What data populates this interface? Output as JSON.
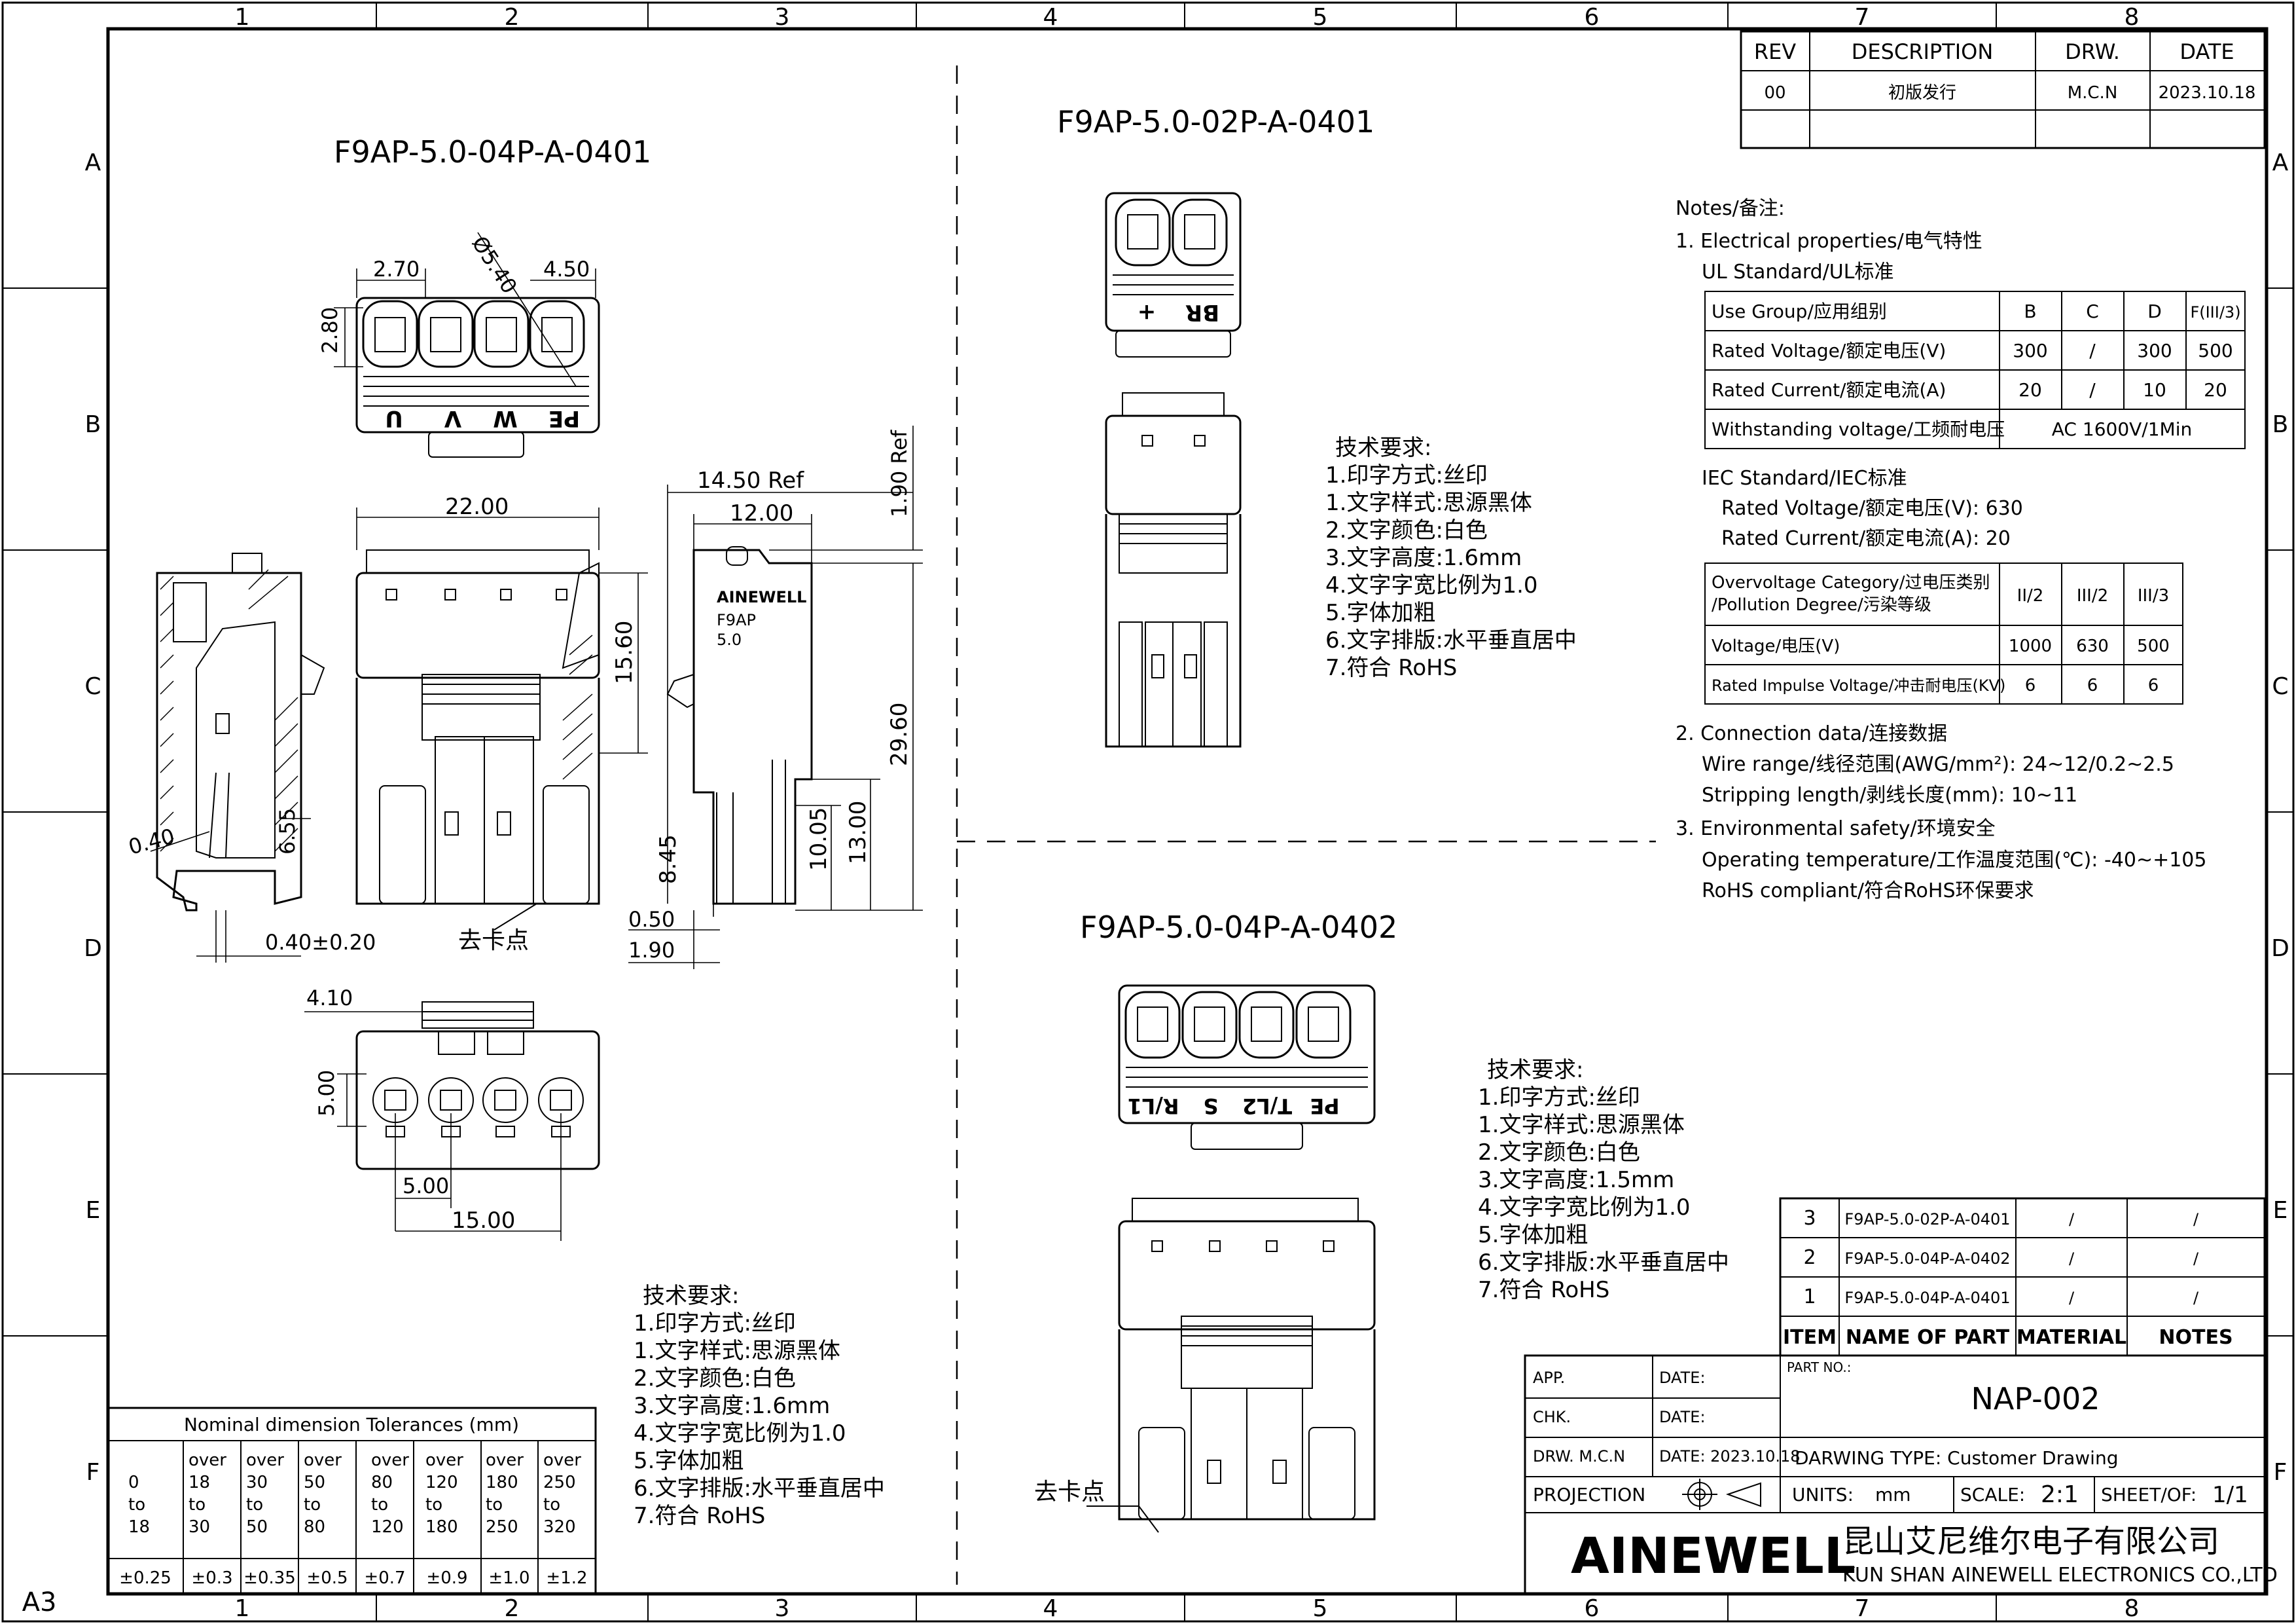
{
  "sheet": {
    "size": "A3",
    "columns": [
      "1",
      "2",
      "3",
      "4",
      "5",
      "6",
      "7",
      "8"
    ],
    "rows": [
      "A",
      "B",
      "C",
      "D",
      "E",
      "F"
    ]
  },
  "revision_table": {
    "headers": {
      "rev": "REV",
      "description": "DESCRIPTION",
      "drw": "DRW.",
      "date": "DATE"
    },
    "row": {
      "rev": "00",
      "description": "初版发行",
      "drw": "M.C.N",
      "date": "2023.10.18"
    }
  },
  "views": {
    "part_04p_0401": {
      "title": "F9AP-5.0-04P-A-0401",
      "top_labels": [
        "U",
        "V",
        "W",
        "PE"
      ],
      "dims": {
        "pitch_x": "2.70",
        "dia": "Ø5.40",
        "w450": "4.50",
        "h280": "2.80",
        "w2200": "22.00",
        "h1560": "15.60",
        "w1450": "14.50 Ref",
        "w1200": "12.00",
        "h190ref": "1.90 Ref",
        "h2960": "29.60",
        "h1300": "13.00",
        "h1005": "10.05",
        "h845": "8.45",
        "w050": "0.50",
        "w190": "1.90",
        "d040": "0.40",
        "h655": "6.55",
        "tol040": "0.40±0.20",
        "w410": "4.10",
        "h500": "5.00",
        "w500": "5.00",
        "w1500": "15.00"
      },
      "latch_label": "去卡点",
      "side_marking": {
        "brand": "AINEWELL",
        "model": "F9AP",
        "pitch": "5.0"
      }
    },
    "part_02p_0401": {
      "title": "F9AP-5.0-02P-A-0401",
      "top_labels": [
        "+",
        "BR"
      ]
    },
    "part_04p_0402": {
      "title": "F9AP-5.0-04P-A-0402",
      "top_labels": [
        "R/L1",
        "S",
        "T/L2",
        "PE"
      ],
      "latch_label": "去卡点"
    }
  },
  "tech_requirements": {
    "title": "技术要求:",
    "items_a": [
      "1.印字方式:丝印",
      "1.文字样式:思源黑体",
      "2.文字颜色:白色",
      "3.文字高度:1.6mm",
      "4.文字字宽比例为1.0",
      "5.字体加粗",
      "6.文字排版:水平垂直居中",
      "7.符合 RoHS"
    ],
    "items_b": [
      "1.印字方式:丝印",
      "1.文字样式:思源黑体",
      "2.文字颜色:白色",
      "3.文字高度:1.5mm",
      "4.文字字宽比例为1.0",
      "5.字体加粗",
      "6.文字排版:水平垂直居中",
      "7.符合 RoHS"
    ]
  },
  "notes": {
    "title": "Notes/备注:",
    "elec_title": "1. Electrical properties/电气特性",
    "ul_title": "UL Standard/UL标准",
    "ul_table": {
      "header": [
        "Use Group/应用组别",
        "B",
        "C",
        "D",
        "F(III/3)"
      ],
      "rows": [
        [
          "Rated Voltage/额定电压(V)",
          "300",
          "/",
          "300",
          "500"
        ],
        [
          "Rated Current/额定电流(A)",
          "20",
          "/",
          "10",
          "20"
        ]
      ],
      "withstand": [
        "Withstanding voltage/工频耐电压",
        "AC 1600V/1Min"
      ]
    },
    "iec_title": "IEC Standard/IEC标准",
    "iec_voltage": "Rated Voltage/额定电压(V): 630",
    "iec_current": "Rated Current/额定电流(A):  20",
    "iec_table": {
      "header": [
        "Overvoltage Category/过电压类别",
        "/Pollution Degree/污染等级",
        "II/2",
        "III/2",
        "III/3"
      ],
      "rows": [
        [
          "Voltage/电压(V)",
          "1000",
          "630",
          "500"
        ],
        [
          "Rated Impulse Voltage/冲击耐电压(KV)",
          "6",
          "6",
          "6"
        ]
      ]
    },
    "conn_title": "2. Connection data/连接数据",
    "wire_range": "Wire range/线径范围(AWG/mm²):  24~12/0.2~2.5",
    "strip_length": "Stripping length/剥线长度(mm):  10~11",
    "env_title": "3. Environmental safety/环境安全",
    "op_temp": "Operating temperature/工作温度范围(℃):  -40~+105",
    "rohs": "RoHS compliant/符合RoHS环保要求"
  },
  "tolerance_table": {
    "title": "Nominal dimension Tolerances (mm)",
    "ranges": [
      [
        "0",
        "to",
        "18"
      ],
      [
        "over",
        "18",
        "to",
        "30"
      ],
      [
        "over",
        "30",
        "to",
        "50"
      ],
      [
        "over",
        "50",
        "to",
        "80"
      ],
      [
        "over",
        "80",
        "to",
        "120"
      ],
      [
        "over",
        "120",
        "to",
        "180"
      ],
      [
        "over",
        "180",
        "to",
        "250"
      ],
      [
        "over",
        "250",
        "to",
        "320"
      ]
    ],
    "values": [
      "±0.25",
      "±0.3",
      "±0.35",
      "±0.5",
      "±0.7",
      "±0.9",
      "±1.0",
      "±1.2"
    ]
  },
  "bom": {
    "rows": [
      [
        "3",
        "F9AP-5.0-02P-A-0401",
        "/",
        "/"
      ],
      [
        "2",
        "F9AP-5.0-04P-A-0402",
        "/",
        "/"
      ],
      [
        "1",
        "F9AP-5.0-04P-A-0401",
        "/",
        "/"
      ]
    ],
    "header": [
      "ITEM",
      "NAME OF PART",
      "MATERIAL",
      "NOTES"
    ]
  },
  "title_block": {
    "app": "APP.",
    "chk": "CHK.",
    "drw": "DRW. M.C.N",
    "date": "DATE:",
    "drw_date": "DATE: 2023.10.18",
    "part_no_label": "PART NO.:",
    "part_no": "NAP-002",
    "drawing_type": "DARWING TYPE:  Customer Drawing",
    "projection": "PROJECTION",
    "units_label": "UNITS:",
    "units": "mm",
    "scale_label": "SCALE:",
    "scale": "2:1",
    "sheet_label": "SHEET/OF:",
    "sheet": "1/1",
    "logo": "AINEWELL",
    "company_cn": "昆山艾尼维尔电子有限公司",
    "company_en": "KUN SHAN AINEWELL ELECTRONICS CO.,LTD"
  }
}
